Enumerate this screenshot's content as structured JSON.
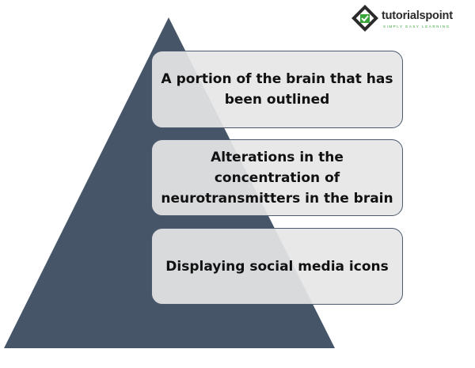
{
  "diagram": {
    "levels": [
      {
        "text": "A portion of the brain that has been outlined"
      },
      {
        "text": "Alterations in the concentration of neurotransmitters in the brain"
      },
      {
        "text": "Displaying social media icons"
      }
    ],
    "colors": {
      "pyramid": "#475569",
      "box_fill": "#e6e6e6",
      "box_border": "#4b5a6e",
      "text": "#111111"
    }
  },
  "logo": {
    "name": "tutorialspoint",
    "tagline": "SIMPLY EASY LEARNING",
    "icon": "tutorialspoint-logo-icon",
    "colors": {
      "mark_dark": "#2b2b2b",
      "mark_green": "#3aa53a"
    }
  }
}
